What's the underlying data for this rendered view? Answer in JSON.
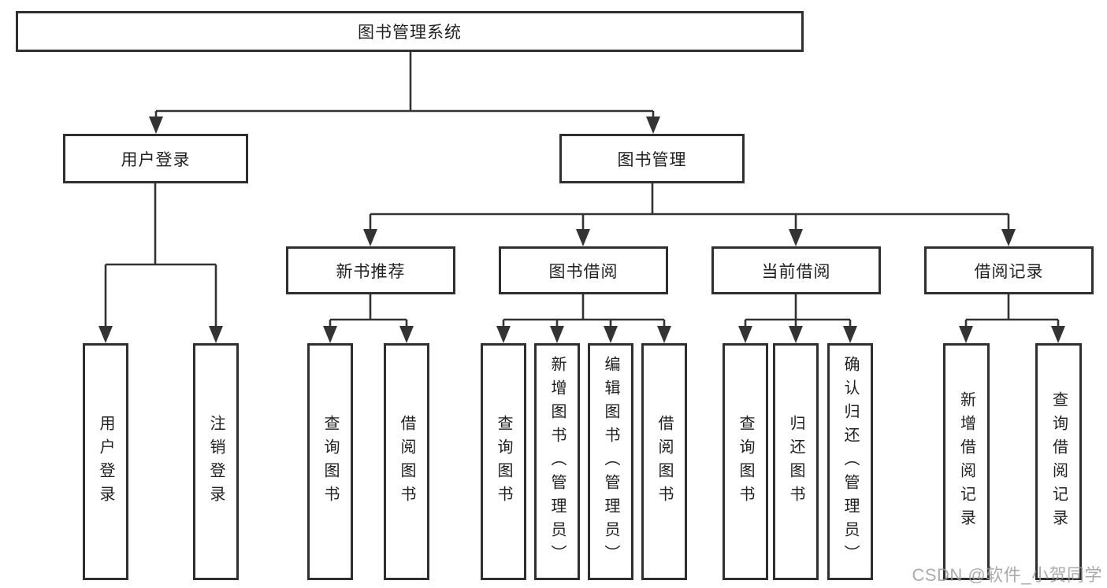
{
  "diagram_title": "图书管理系统",
  "tree": {
    "label": "图书管理系统",
    "children": [
      {
        "label": "用户登录",
        "children": [
          {
            "label": "用户登录"
          },
          {
            "label": "注销登录"
          }
        ]
      },
      {
        "label": "图书管理",
        "children": [
          {
            "label": "新书推荐",
            "children": [
              {
                "label": "查询图书"
              },
              {
                "label": "借阅图书"
              }
            ]
          },
          {
            "label": "图书借阅",
            "children": [
              {
                "label": "查询图书"
              },
              {
                "label": "新增图书（管理员）"
              },
              {
                "label": "编辑图书（管理员）"
              },
              {
                "label": "借阅图书"
              }
            ]
          },
          {
            "label": "当前借阅",
            "children": [
              {
                "label": "查询图书"
              },
              {
                "label": "归还图书"
              },
              {
                "label": "确认归还（管理员）"
              }
            ]
          },
          {
            "label": "借阅记录",
            "children": [
              {
                "label": "新增借阅记录"
              },
              {
                "label": "查询借阅记录"
              }
            ]
          }
        ]
      }
    ]
  },
  "watermark": {
    "text": "CSDN @软件_小贺同学"
  },
  "colors": {
    "line": "#333333",
    "box_border": "#2f2f2f",
    "text": "#212121",
    "watermark": "#9d9d9d",
    "background": "#ffffff"
  }
}
